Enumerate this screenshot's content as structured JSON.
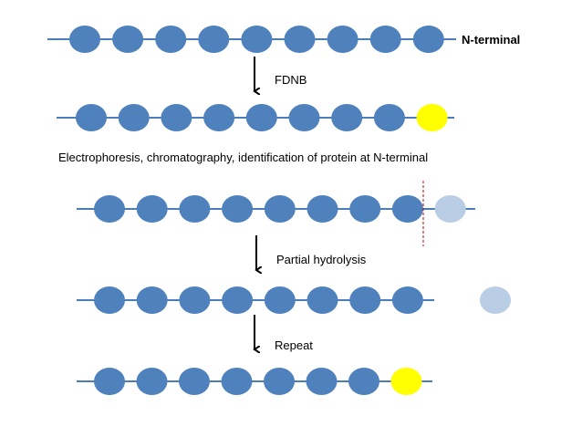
{
  "labels": {
    "n_terminal": "N-terminal",
    "step1": "FDNB",
    "identification": "Electrophoresis, chromatography, identification of protein at N-terminal",
    "step2": "Partial hydrolysis",
    "step3": "Repeat"
  },
  "colors": {
    "chain_line": "#4a7ebb",
    "residue": "#4f81bd",
    "labeled_residue": "#ffff00",
    "cleaved_residue": "#b9cde5",
    "cut_line": "#c00000",
    "arrow": "#000000"
  },
  "rows": [
    {
      "name": "initial-chain",
      "residues": [
        "blue",
        "blue",
        "blue",
        "blue",
        "blue",
        "blue",
        "blue",
        "blue",
        "blue"
      ]
    },
    {
      "name": "fdnb-labeled-chain",
      "residues": [
        "blue",
        "blue",
        "blue",
        "blue",
        "blue",
        "blue",
        "blue",
        "blue",
        "yellow"
      ]
    },
    {
      "name": "chain-with-cut",
      "residues": [
        "blue",
        "blue",
        "blue",
        "blue",
        "blue",
        "blue",
        "blue",
        "blue",
        "light"
      ],
      "cut": true
    },
    {
      "name": "hydrolyzed-chain",
      "residues": [
        "blue",
        "blue",
        "blue",
        "blue",
        "blue",
        "blue",
        "blue",
        "blue"
      ],
      "detached": "light"
    },
    {
      "name": "repeat-chain",
      "residues": [
        "blue",
        "blue",
        "blue",
        "blue",
        "blue",
        "blue",
        "blue",
        "yellow"
      ]
    }
  ]
}
